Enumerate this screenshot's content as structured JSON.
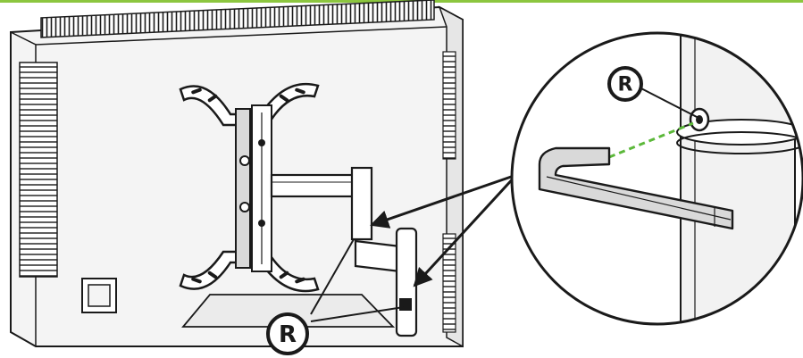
{
  "colors": {
    "accent_rule": "#8cc63f",
    "line": "#1a1a1a",
    "panel_fill": "#f4f4f4",
    "hatch_fill": "#ffffff",
    "metal_fill": "#d9d9d9",
    "guide_line": "#5cb83a"
  },
  "callouts": [
    {
      "id": "callout-r-bottom",
      "label": "R"
    },
    {
      "id": "callout-r-detail",
      "label": "R"
    }
  ],
  "icons": [
    "tv-back-illustration",
    "wall-mount-bracket",
    "swing-arm",
    "hex-key",
    "bolt-head",
    "magnifier-circle"
  ]
}
